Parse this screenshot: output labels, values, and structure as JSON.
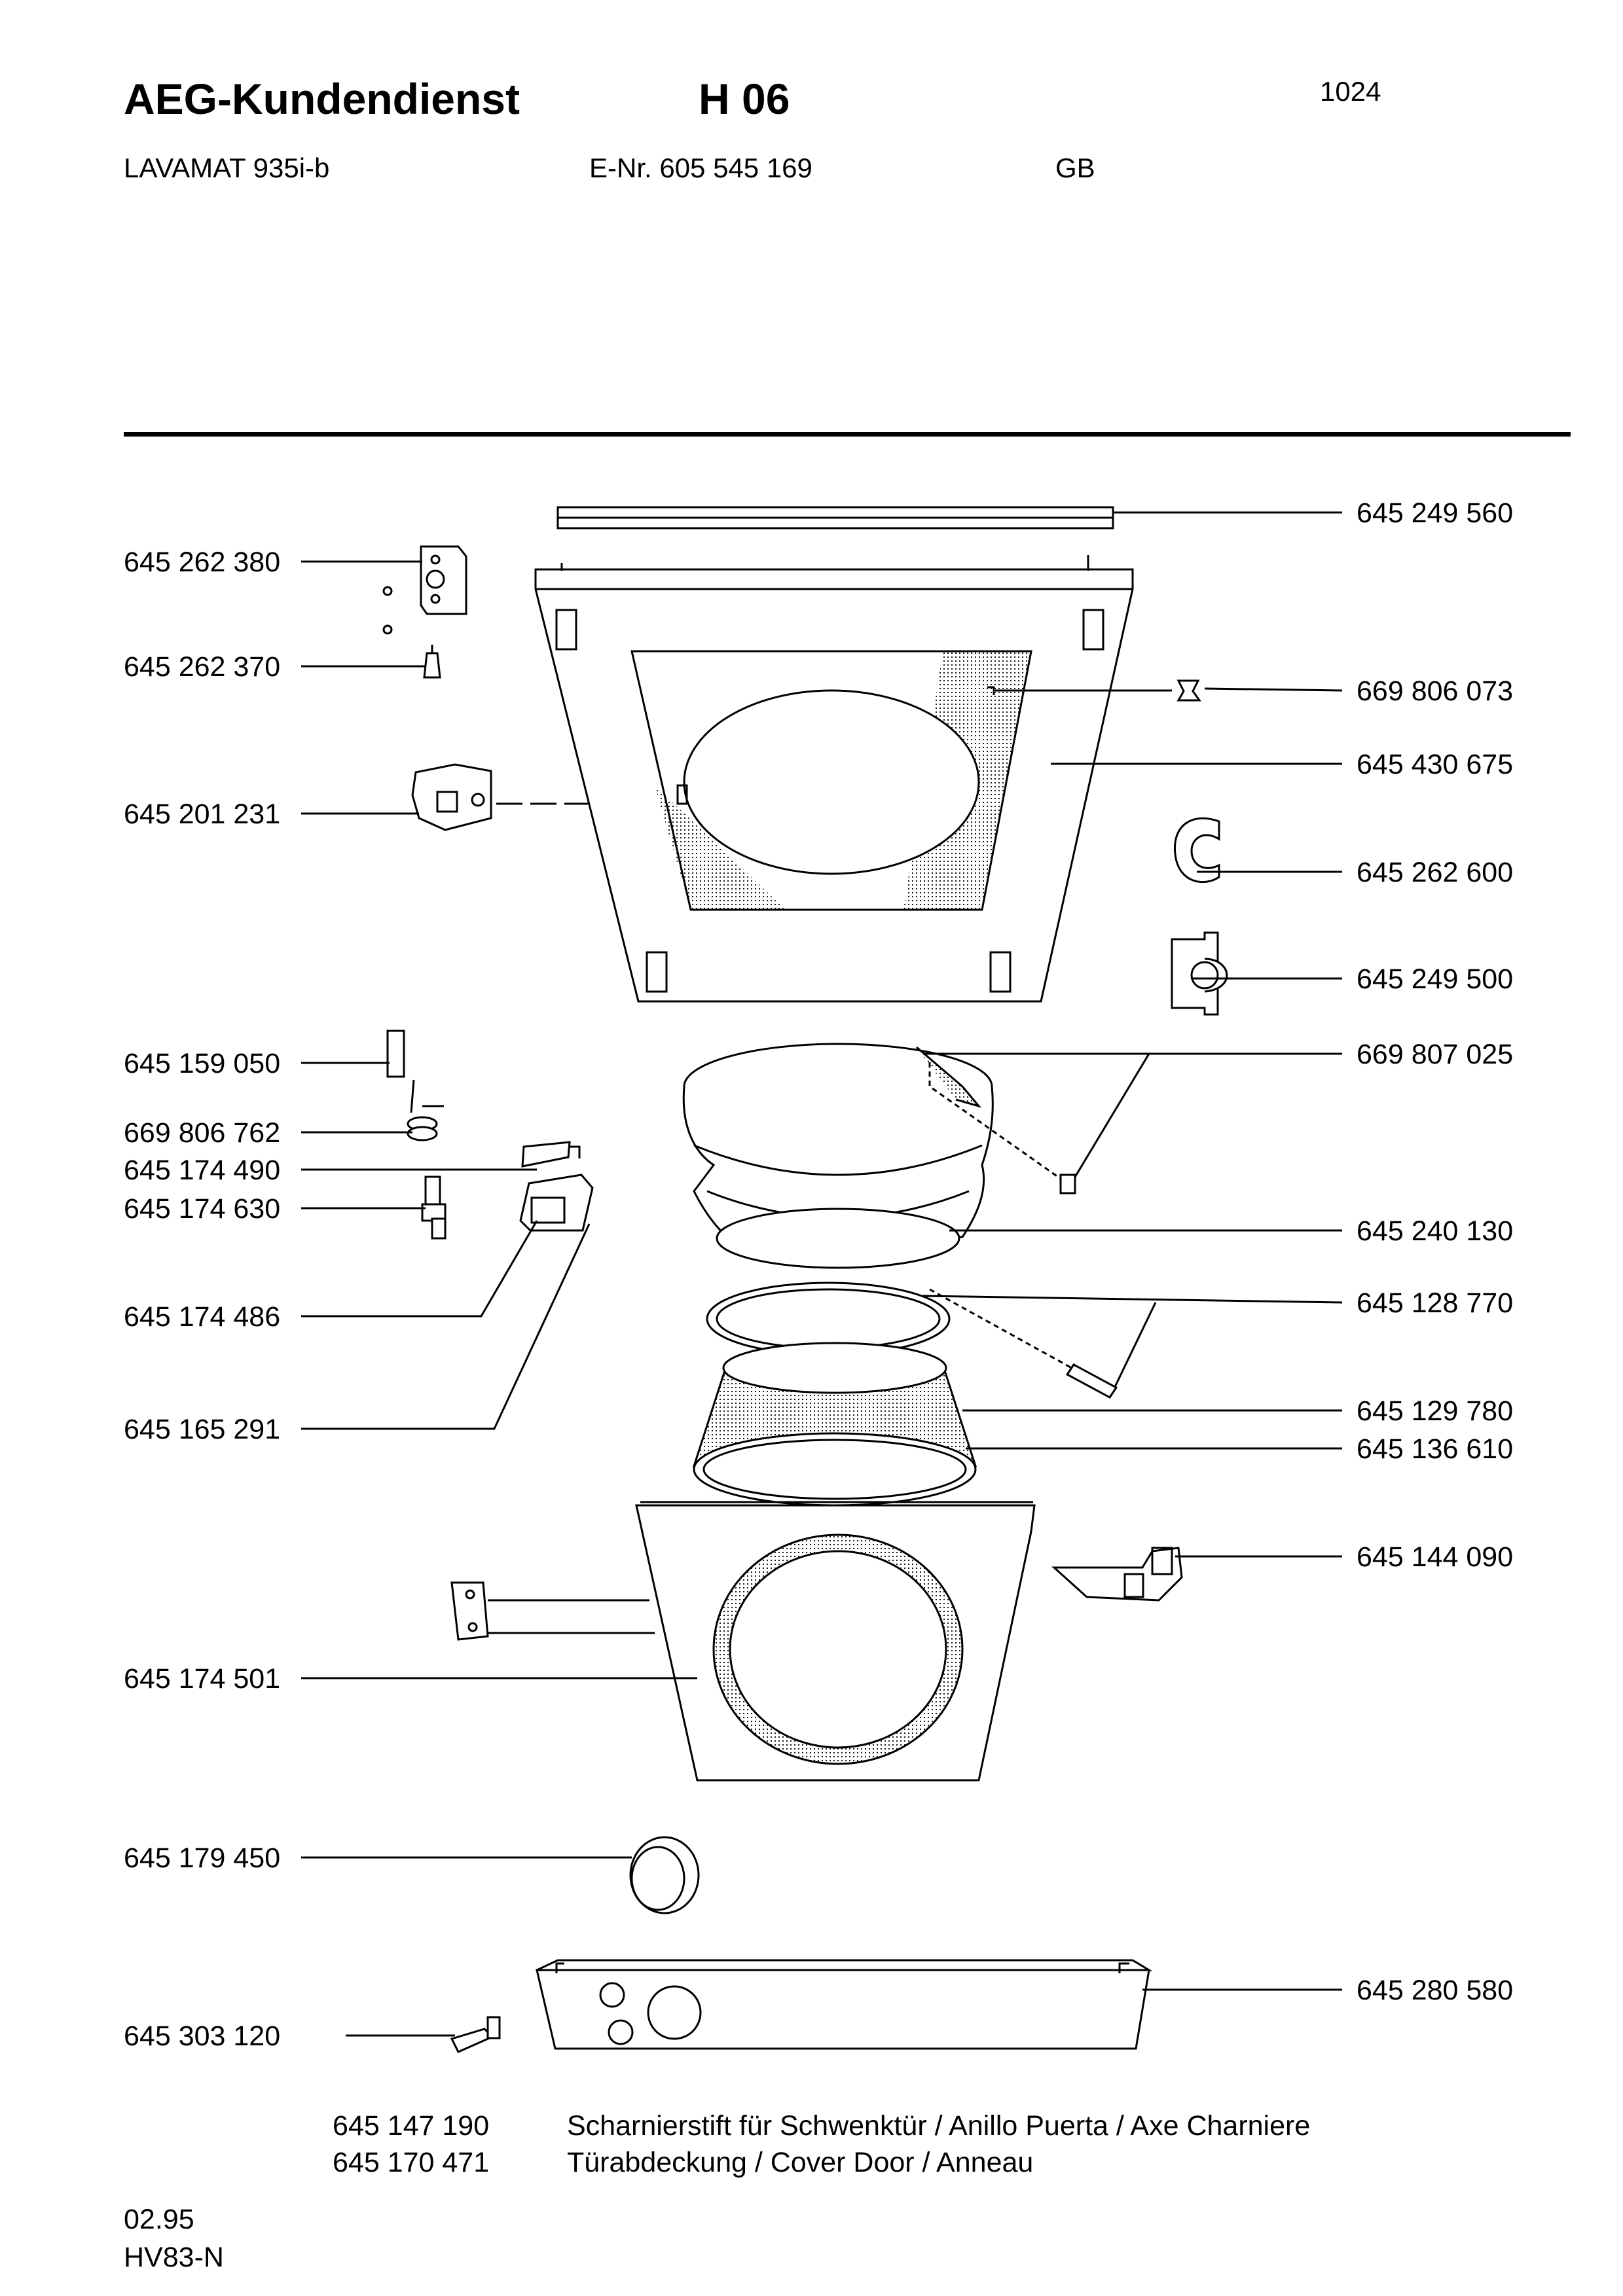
{
  "header": {
    "brand": "AEG-Kundendienst",
    "section": "H 06",
    "page_no": "1024",
    "model": "LAVAMAT 935i-b",
    "enr": "E-Nr. 605 545 169",
    "country": "GB"
  },
  "parts_left": [
    "645 262 380",
    "645 262 370",
    "645 201 231",
    "645 159 050",
    "669 806 762",
    "645 174 490",
    "645 174 630",
    "645 174 486",
    "645 165 291",
    "645 174 501",
    "645 179 450",
    "645 303 120"
  ],
  "parts_right": [
    "645 249 560",
    "669 806 073",
    "645 430 675",
    "645 262 600",
    "645 249 500",
    "669 807 025",
    "645 240 130",
    "645 128 770",
    "645 129 780",
    "645 136 610",
    "645 144 090",
    "645 280 580"
  ],
  "footnotes": [
    {
      "part": "645 147 190",
      "desc": "Scharnierstift für Schwenktür / Anillo Puerta / Axe Charniere"
    },
    {
      "part": "645 170 471",
      "desc": "Türabdeckung / Cover Door / Anneau"
    }
  ],
  "footer": {
    "date": "02.95",
    "code": "HV83-N"
  }
}
